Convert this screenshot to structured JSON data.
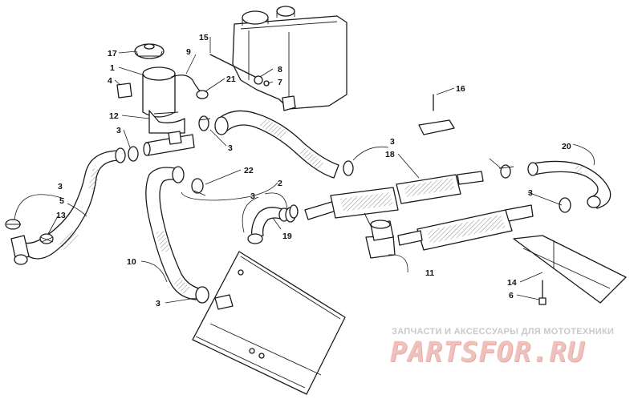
{
  "diagram": {
    "callouts": [
      {
        "id": "17",
        "text": "17"
      },
      {
        "id": "1",
        "text": "1"
      },
      {
        "id": "4",
        "text": "4"
      },
      {
        "id": "12",
        "text": "12"
      },
      {
        "id": "15",
        "text": "15"
      },
      {
        "id": "9",
        "text": "9"
      },
      {
        "id": "8",
        "text": "8"
      },
      {
        "id": "7",
        "text": "7"
      },
      {
        "id": "21",
        "text": "21"
      },
      {
        "id": "3",
        "text": "3"
      },
      {
        "id": "22",
        "text": "22"
      },
      {
        "id": "2",
        "text": "2"
      },
      {
        "id": "16",
        "text": "16"
      },
      {
        "id": "18",
        "text": "18"
      },
      {
        "id": "20",
        "text": "20"
      },
      {
        "id": "5",
        "text": "5"
      },
      {
        "id": "13",
        "text": "13"
      },
      {
        "id": "19",
        "text": "19"
      },
      {
        "id": "11",
        "text": "11"
      },
      {
        "id": "10",
        "text": "10"
      },
      {
        "id": "14",
        "text": "14"
      },
      {
        "id": "6",
        "text": "6"
      }
    ]
  },
  "watermark": {
    "caption": "ЗАПЧАСТИ И АКСЕССУАРЫ ДЛЯ МОТОТЕХНИКИ",
    "logo": "PARTSFOR.RU"
  }
}
